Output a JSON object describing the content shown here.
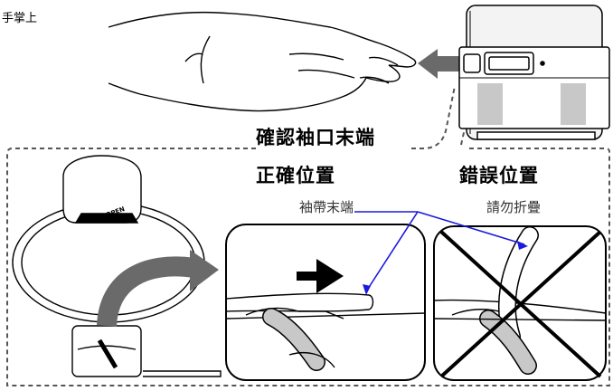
{
  "labels": {
    "top_note": "手掌上",
    "check_cuff_end": "確認袖口末端",
    "correct_position": "正確位置",
    "wrong_position": "錯誤位置",
    "cuff_end": "袖帶末端",
    "do_not_fold": "請勿折疊"
  },
  "device": {
    "open_mark": "OPEN"
  },
  "colors": {
    "line": "#000000",
    "arrow_gray": "#6a6a6a",
    "pointer_blue": "#1a1adb",
    "dashed_border": "#555555",
    "cuff_pad_gray": "#c8c8c8"
  },
  "icons": [
    "hand-icon",
    "monitor-icon",
    "arrow-left-icon",
    "curved-arrow-icon",
    "cuff-loop-icon",
    "zoom-circle-icon",
    "right-arrow-icon",
    "cross-icon"
  ]
}
